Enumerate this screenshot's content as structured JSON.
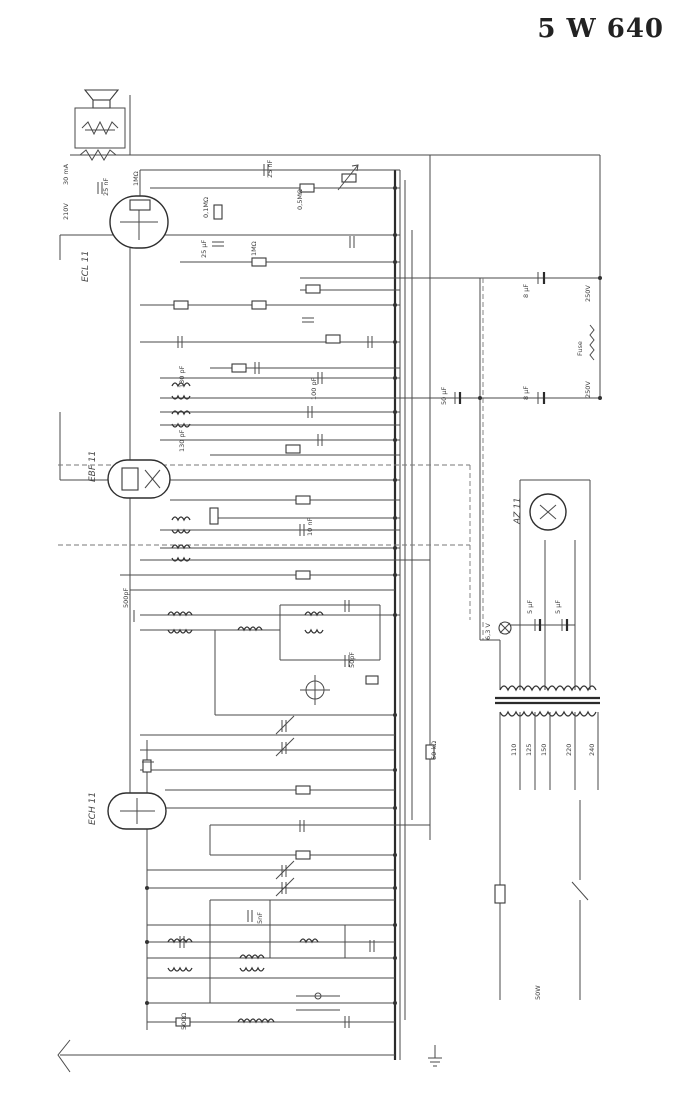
{
  "title": "5 W 640",
  "tubes": [
    {
      "id": "ecl11",
      "label": "ECL 11"
    },
    {
      "id": "ebf11",
      "label": "EBF 11"
    },
    {
      "id": "ech11",
      "label": "ECH 11"
    },
    {
      "id": "az11",
      "label": "AZ 11"
    }
  ],
  "labels": {
    "r_1m_a": "1MΩ",
    "r_1m_b": "1MΩ",
    "r_05m": "0,5MΩ",
    "r_01m": "0,1MΩ",
    "c_25nf_a": "25 nF",
    "c_25nf_b": "25 nF",
    "c_50uf": "50 μF",
    "c_8uf_a": "8 μF",
    "c_8uf_b": "8 μF",
    "c_25uf": "25 μF",
    "c_5nf": "5nF",
    "c_50pf": "50pF",
    "c_10nf": "10 nF",
    "c_500pf": "500pF",
    "c_130pf_a": "130 pF",
    "c_130pf_b": "130 pF",
    "c_100pf": "100 pF",
    "r_500": "500Ω",
    "r_60k": "60 kΩ",
    "fuse": "Fuse",
    "v_250_a": "250V",
    "v_250_b": "250V",
    "v_210": "210V",
    "i_30ma": "30 mA",
    "lamp": "6,3 V",
    "c_5uf_a": "5 μF",
    "c_5uf_b": "5 μF",
    "tap_110": "110",
    "tap_125": "125",
    "tap_150": "150",
    "tap_220": "220",
    "tap_240": "240",
    "mains": "50W"
  }
}
